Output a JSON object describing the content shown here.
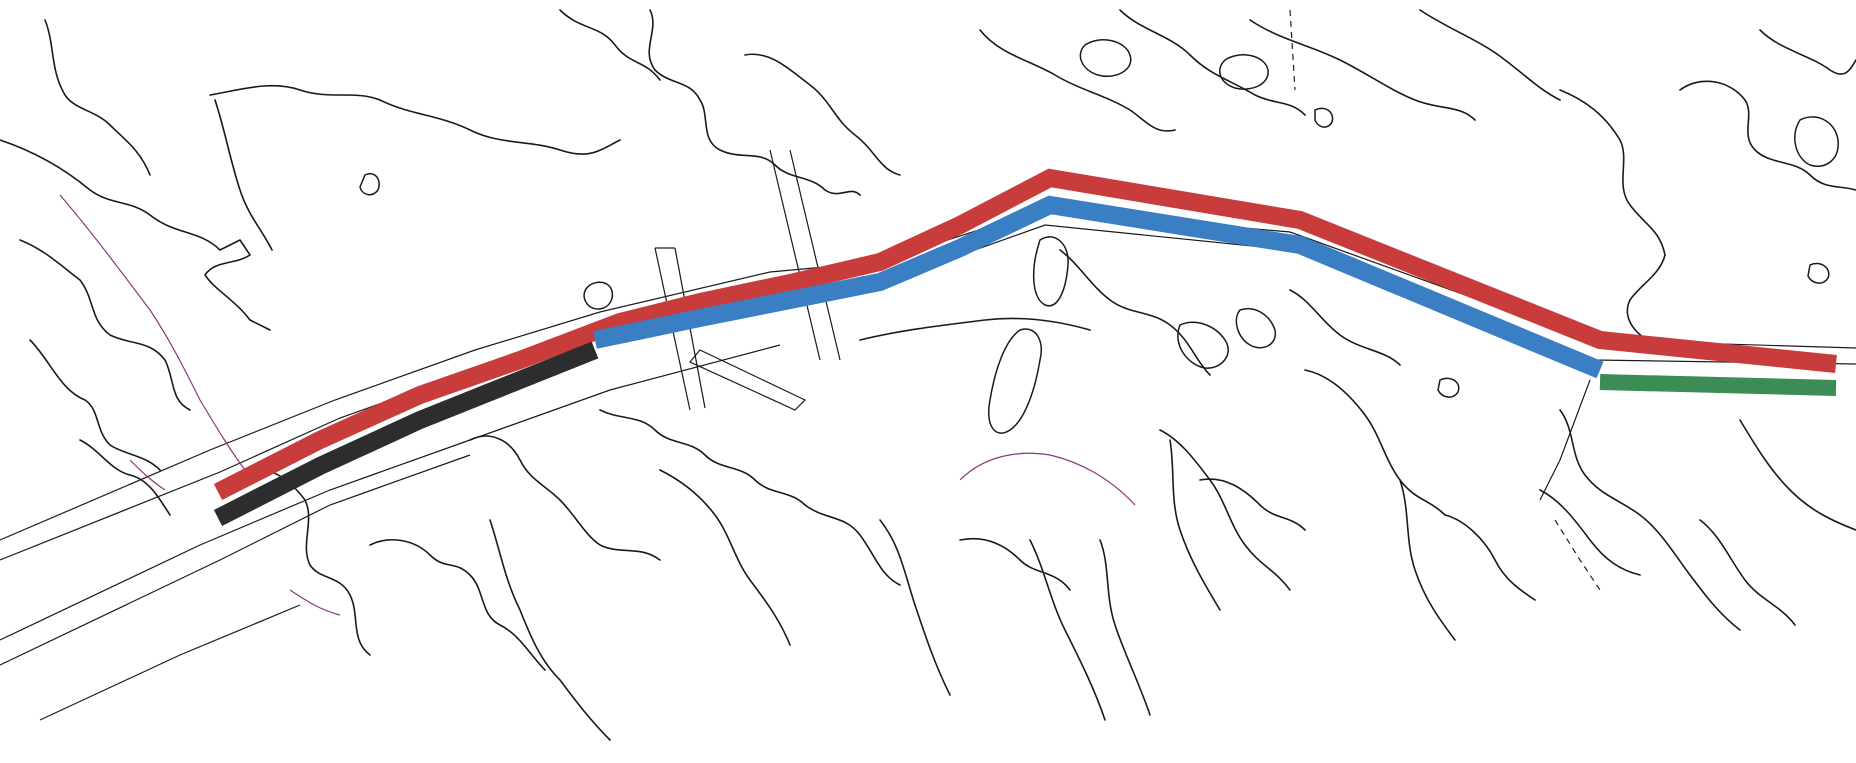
{
  "map": {
    "background": "#ffffff",
    "line_color": "#1a1a1a",
    "boundary_color": "#8a3a7a",
    "routes": [
      {
        "id": "route-red",
        "color": "#c83c3c"
      },
      {
        "id": "route-blue",
        "color": "#3a7ec4"
      },
      {
        "id": "route-dark",
        "color": "#2d2d2d"
      },
      {
        "id": "route-green",
        "color": "#3c8c55"
      }
    ],
    "labels": []
  }
}
